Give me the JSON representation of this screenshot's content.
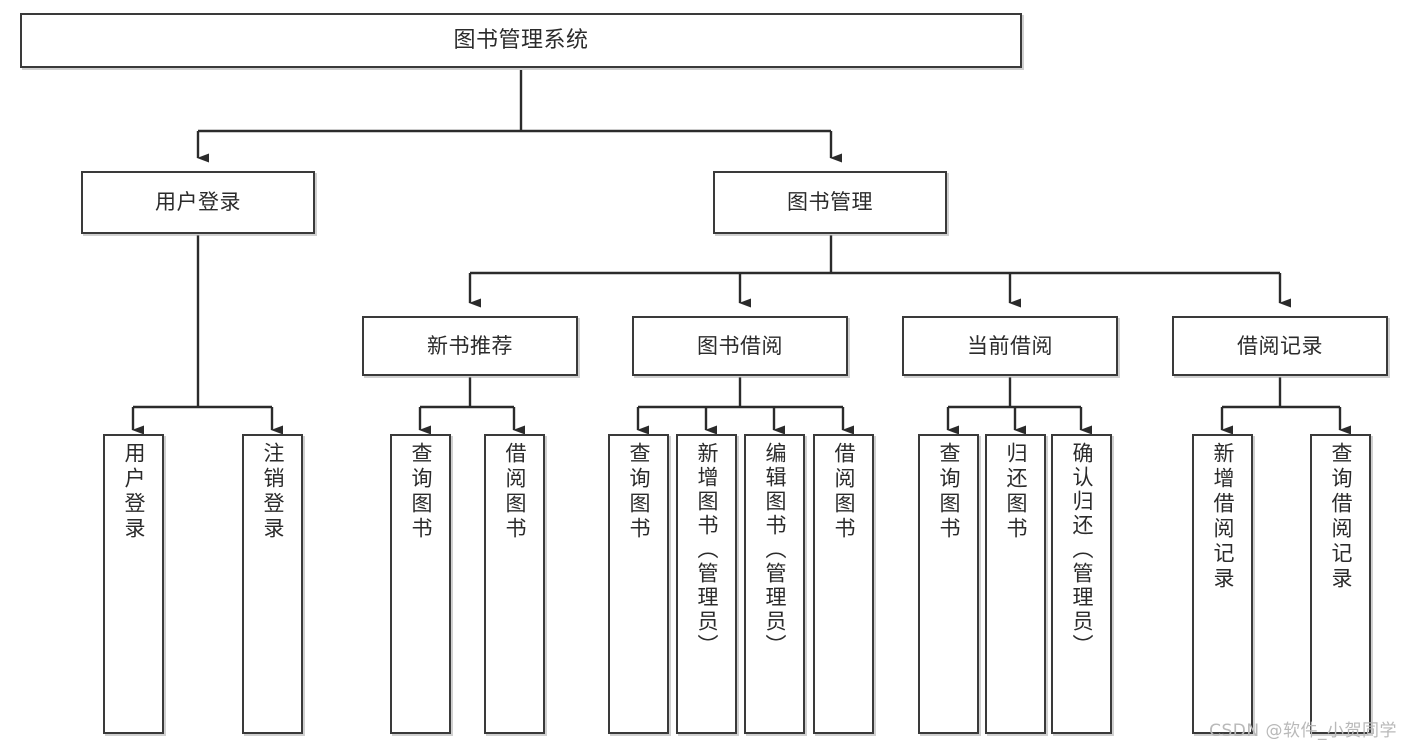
{
  "diagram": {
    "title": "图书管理系统",
    "type": "tree-hierarchy",
    "watermark": "CSDN @软件_小贺同学",
    "colors": {
      "box_border": "#3a3a3a",
      "box_fill": "#ffffff",
      "edge": "#2b2b2b",
      "text": "#2b2b2b",
      "watermark": "#b9b9b9"
    },
    "nodes": {
      "root": {
        "label": "图书管理系统"
      },
      "level2": [
        {
          "label": "用户登录"
        },
        {
          "label": "图书管理"
        }
      ],
      "level3": [
        {
          "label": "新书推荐"
        },
        {
          "label": "图书借阅"
        },
        {
          "label": "当前借阅"
        },
        {
          "label": "借阅记录"
        }
      ],
      "leaves": {
        "user_login": [
          {
            "label": "用户登录"
          },
          {
            "label": "注销登录"
          }
        ],
        "new_book_rec": [
          {
            "label": "查询图书"
          },
          {
            "label": "借阅图书"
          }
        ],
        "book_borrow": [
          {
            "label": "查询图书"
          },
          {
            "label": "新增图书（管理员）"
          },
          {
            "label": "编辑图书（管理员）"
          },
          {
            "label": "借阅图书"
          }
        ],
        "current_borrow": [
          {
            "label": "查询图书"
          },
          {
            "label": "归还图书"
          },
          {
            "label": "确认归还（管理员）"
          }
        ],
        "borrow_record": [
          {
            "label": "新增借阅记录"
          },
          {
            "label": "查询借阅记录"
          }
        ]
      }
    }
  }
}
